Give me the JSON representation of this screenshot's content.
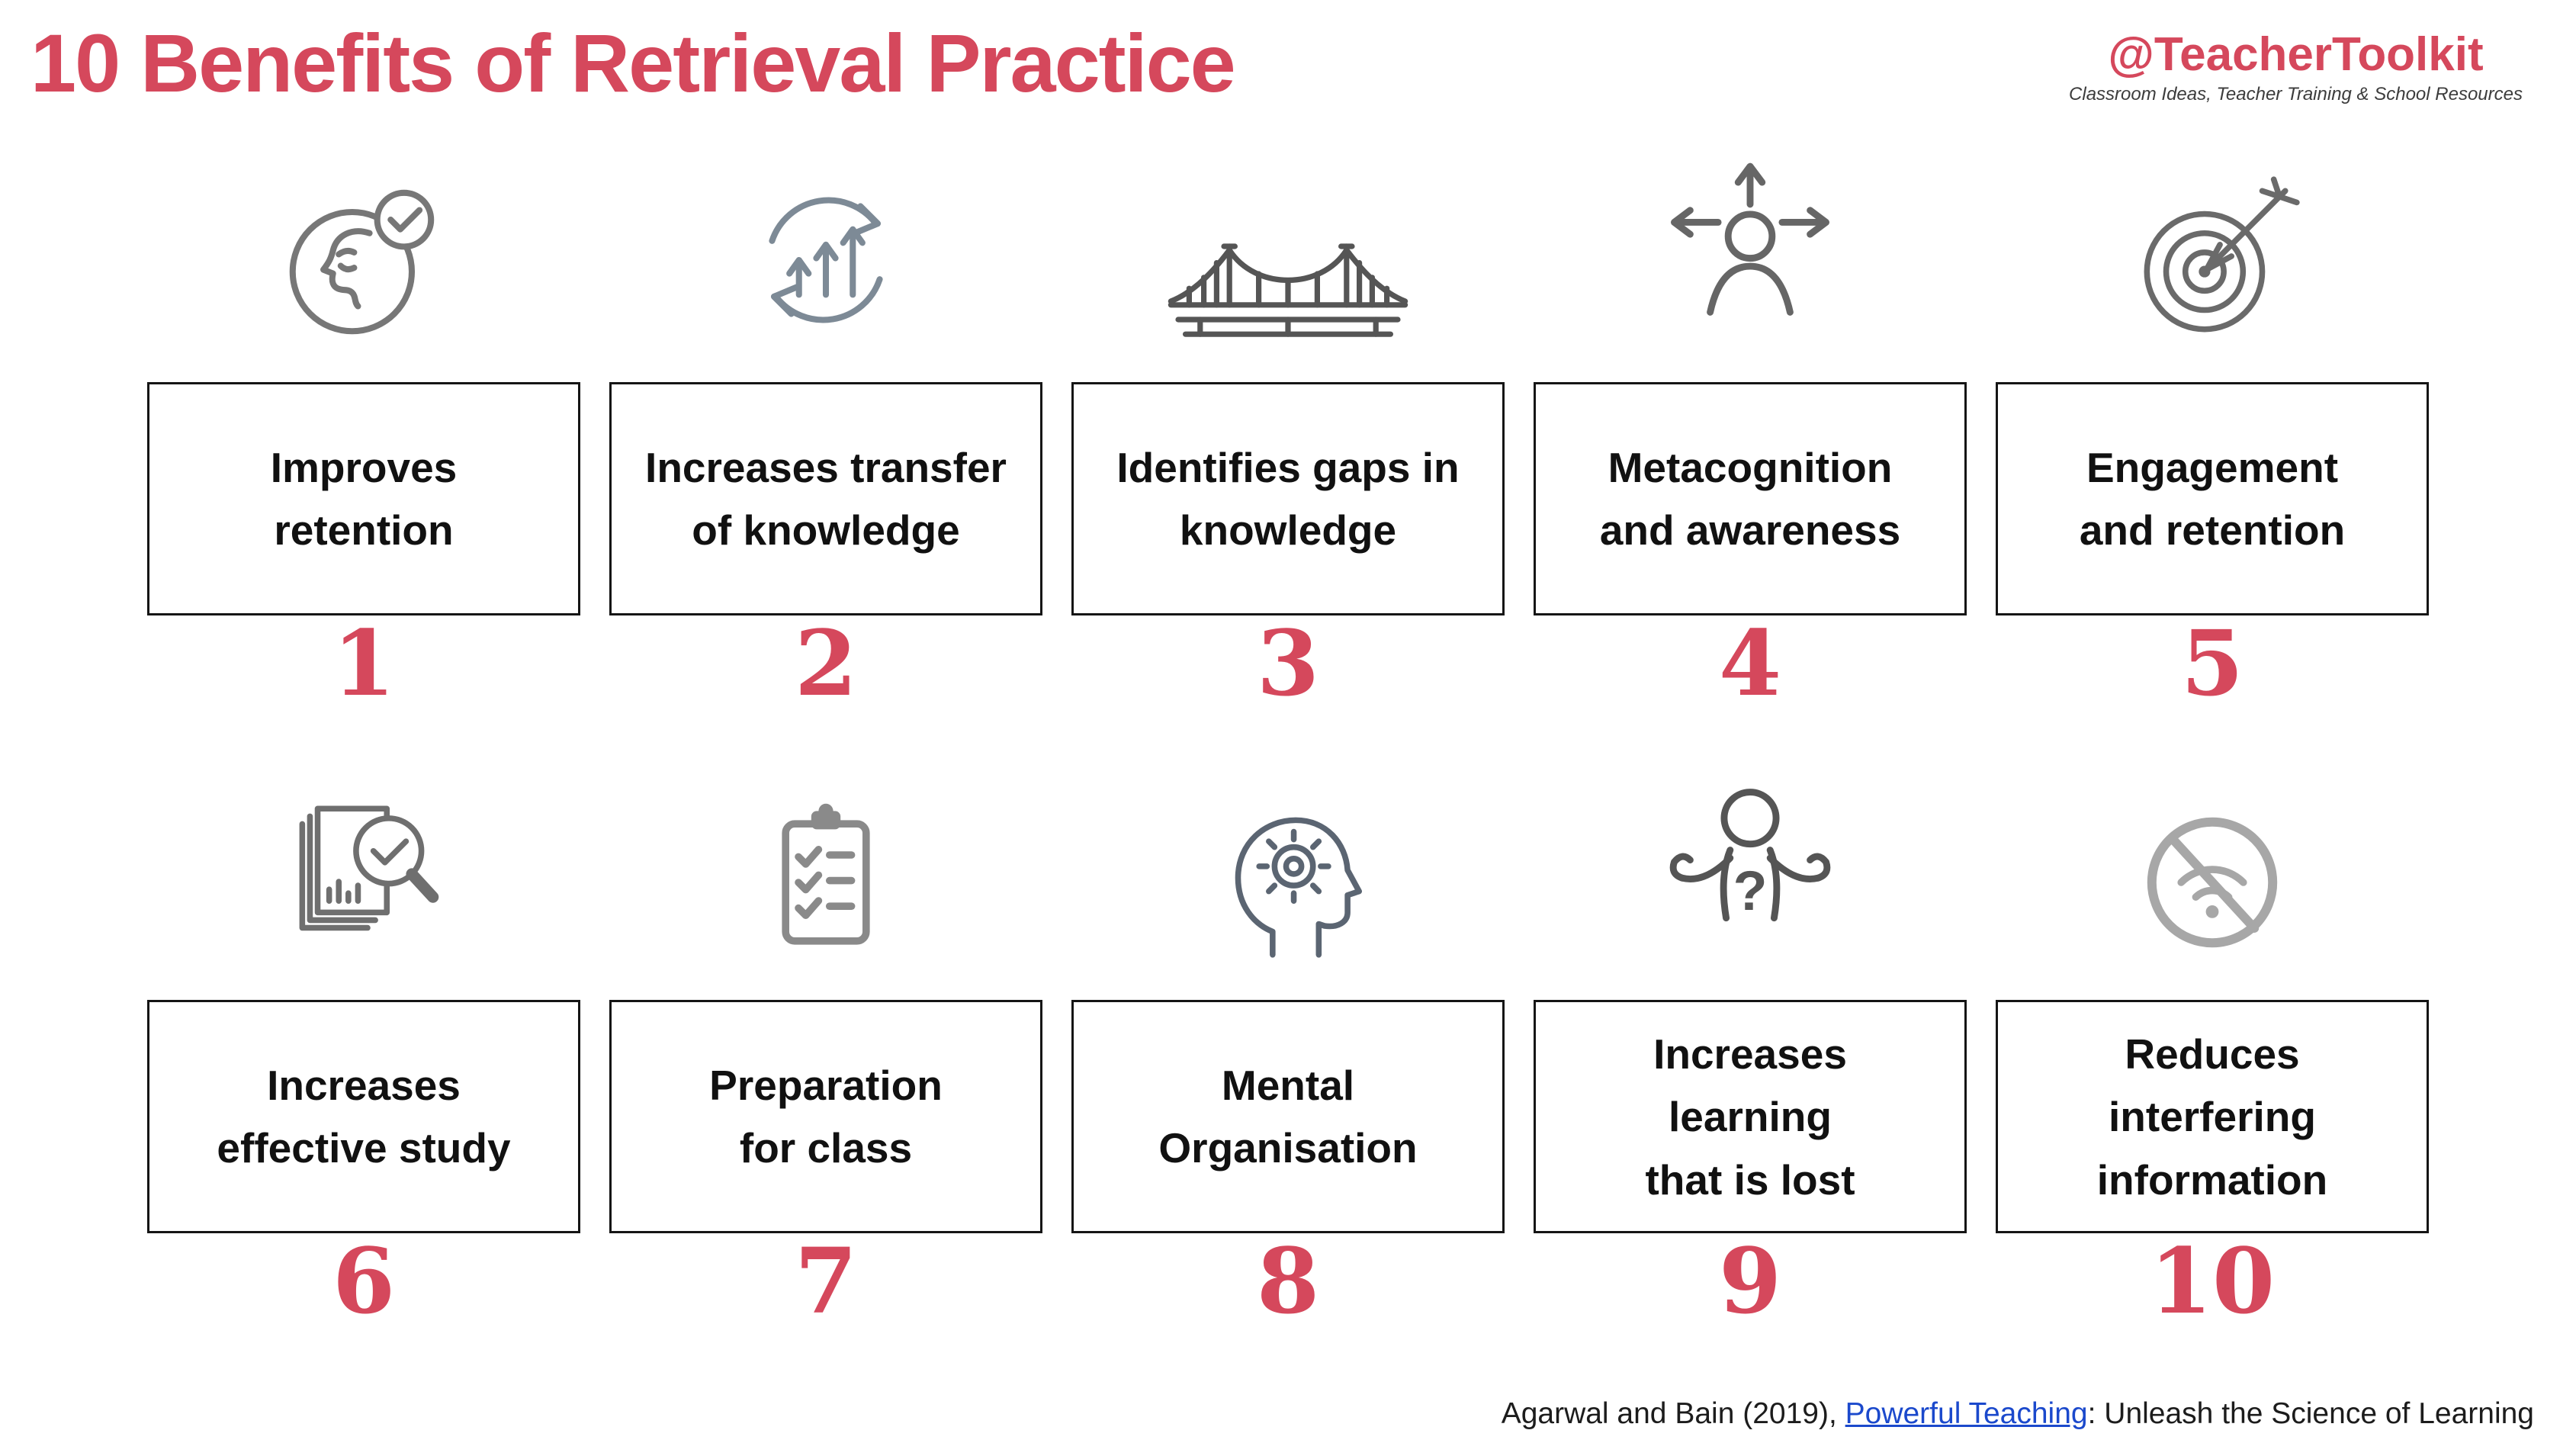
{
  "page": {
    "title": "10 Benefits of Retrieval Practice",
    "brand": {
      "handle": "@TeacherToolkit",
      "tagline": "Classroom Ideas, Teacher Training & School Resources"
    },
    "footer": {
      "pre_link": "Agarwal and Bain (2019), ",
      "link_text": "Powerful Teaching",
      "post_link": ": Unleash the Science of Learning"
    },
    "colors": {
      "accent_red": "#d5485c",
      "icon_gray": "#6f6f6f",
      "link_blue": "#1b49cc"
    }
  },
  "benefits": [
    {
      "number": "1",
      "label": "Improves\nretention",
      "icon": "head-check-icon"
    },
    {
      "number": "2",
      "label": "Increases transfer\nof knowledge",
      "icon": "transfer-growth-icon"
    },
    {
      "number": "3",
      "label": "Identifies gaps in\nknowledge",
      "icon": "bridge-icon"
    },
    {
      "number": "4",
      "label": "Metacognition\nand awareness",
      "icon": "person-arrows-icon"
    },
    {
      "number": "5",
      "label": "Engagement\nand retention",
      "icon": "target-dart-icon"
    },
    {
      "number": "6",
      "label": "Increases\neffective study",
      "icon": "document-magnifier-icon"
    },
    {
      "number": "7",
      "label": "Preparation\nfor class",
      "icon": "clipboard-checklist-icon"
    },
    {
      "number": "8",
      "label": "Mental\nOrganisation",
      "icon": "head-gear-icon"
    },
    {
      "number": "9",
      "label": "Increases\nlearning\nthat is lost",
      "icon": "shrug-question-icon"
    },
    {
      "number": "10",
      "label": "Reduces\ninterfering\ninformation",
      "icon": "no-wifi-icon"
    }
  ]
}
